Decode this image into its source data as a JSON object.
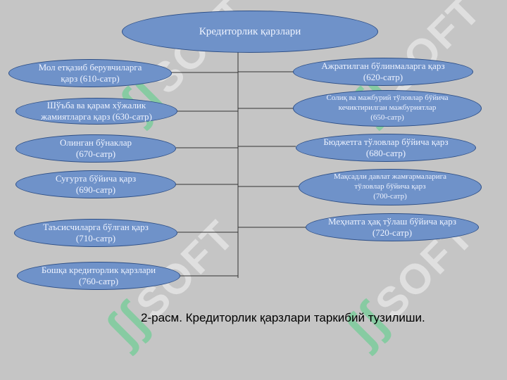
{
  "diagram": {
    "root": "Кредиторлик қарзлари",
    "left_items": [
      "Мол етқазиб берувчиларга\nқарз (610-сатр)",
      "Шўъба ва қарам хўжалик\nжамиятларга қарз (630-сатр)",
      "Олинган бўнаклар\n(670-сатр)",
      "Суғурта бўйича қарз\n(690-сатр)",
      "Таъсисчиларга бўлган қарз\n(710-сатр)",
      "Бошқа кредиторлик қарзлари\n(760-сатр)"
    ],
    "right_items": [
      "Ажратилган бўлинмаларга қарз\n(620-сатр)",
      "Солиқ ва мажбурий тўловлар бўйича\nкечиктирилган мажбуриятлар\n(650-сатр)",
      "Бюджетга тўловлар бўйича қарз\n(680-сатр)",
      "Мақсадли давлат жамғармаларига\nтўловлар бўйича қарз\n(700-сатр)",
      "Меҳнатга ҳақ тўлаш бўйича қарз\n(720-сатр)"
    ],
    "caption": "2-расм. Кредиторлик қарзлари таркибий тузилиши."
  },
  "watermark": {
    "text": "SOFT",
    "icon": "soft-logo-icon"
  },
  "colors": {
    "background": "#c5c5c5",
    "node_fill": "#6f92c9",
    "node_border": "#2e4f86",
    "connector": "#333333"
  }
}
